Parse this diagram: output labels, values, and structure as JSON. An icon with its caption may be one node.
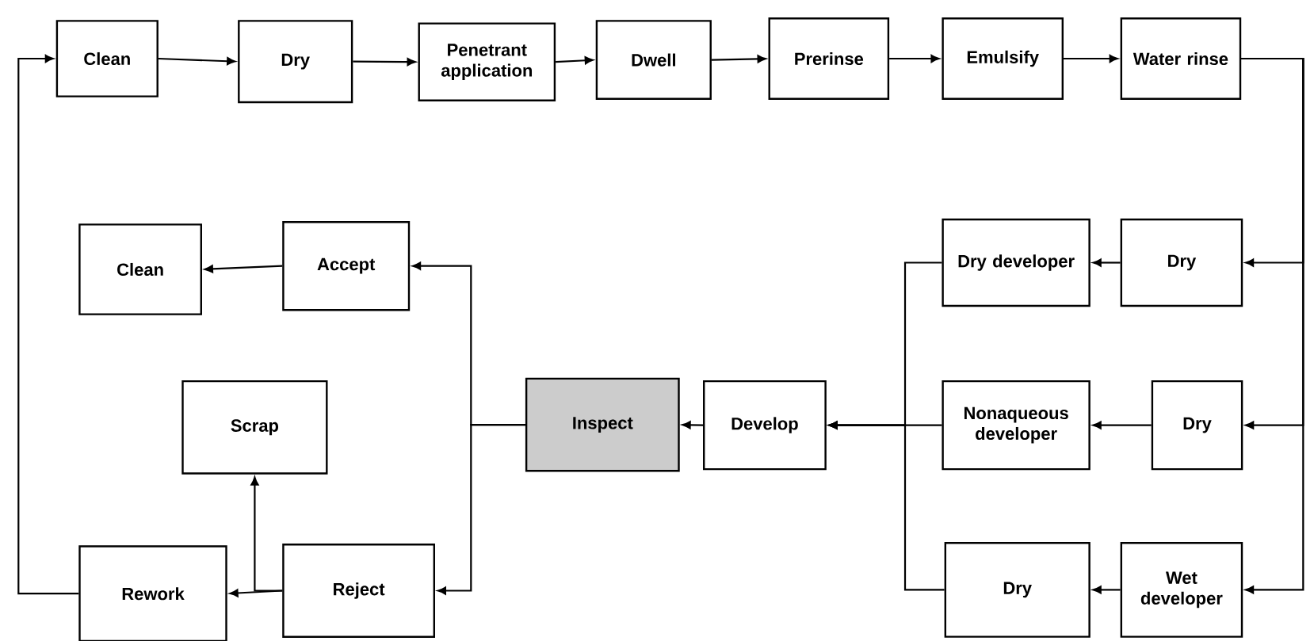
{
  "diagram": {
    "nodes": [
      {
        "text": [
          "Clean"
        ]
      },
      {
        "text": [
          "Dry"
        ]
      },
      {
        "text": [
          "Penetrant application"
        ]
      },
      {
        "text": [
          "Dwell"
        ]
      },
      {
        "text": [
          "Prerinse"
        ]
      },
      {
        "text": [
          "Emulsify"
        ]
      },
      {
        "text": [
          "Water rinse"
        ]
      },
      {
        "text": [
          "Clean"
        ]
      },
      {
        "text": [
          "Accept"
        ]
      },
      {
        "text": [
          "Dry developer"
        ]
      },
      {
        "text": [
          "Dry"
        ]
      },
      {
        "text": [
          "Scrap"
        ]
      },
      {
        "text": [
          "Inspect"
        ]
      },
      {
        "text": [
          "Develop"
        ]
      },
      {
        "text": [
          "Nonaqueous developer"
        ]
      },
      {
        "text": [
          "Dry"
        ]
      },
      {
        "text": [
          "Rework"
        ]
      },
      {
        "text": [
          "Reject"
        ]
      },
      {
        "text": [
          "Dry"
        ]
      },
      {
        "text": [
          "Wet developer"
        ]
      }
    ],
    "edges": [
      {
        "from": 0,
        "to": 1,
        "arrow": "to"
      },
      {
        "from": 1,
        "to": 2,
        "arrow": "to"
      },
      {
        "from": 2,
        "to": 3,
        "arrow": "to"
      },
      {
        "from": 3,
        "to": 4,
        "arrow": "to"
      },
      {
        "from": 4,
        "to": 5,
        "arrow": "to"
      },
      {
        "from": 5,
        "to": 6,
        "arrow": "to"
      },
      {
        "from": 6,
        "to": 10,
        "arrow": "to"
      },
      {
        "from": 6,
        "to": 15,
        "arrow": "to"
      },
      {
        "from": 6,
        "to": 19,
        "arrow": "to"
      },
      {
        "from": 10,
        "to": 9,
        "arrow": "to"
      },
      {
        "from": 15,
        "to": 14,
        "arrow": "to"
      },
      {
        "from": 19,
        "to": 18,
        "arrow": "to"
      },
      {
        "from": 9,
        "to": 13,
        "arrow": "to"
      },
      {
        "from": 14,
        "to": 13,
        "arrow": "to"
      },
      {
        "from": 18,
        "to": 13,
        "arrow": "to"
      },
      {
        "from": 13,
        "to": 12,
        "arrow": "to"
      },
      {
        "from": 12,
        "to": 8,
        "arrow": "to"
      },
      {
        "from": 12,
        "to": 17,
        "arrow": "to"
      },
      {
        "from": 8,
        "to": 7,
        "arrow": "to"
      },
      {
        "from": 17,
        "to": 16,
        "arrow": "to"
      },
      {
        "from": 17,
        "to": 11,
        "arrow": "to"
      },
      {
        "from": 16,
        "to": 0,
        "arrow": "to"
      }
    ]
  }
}
